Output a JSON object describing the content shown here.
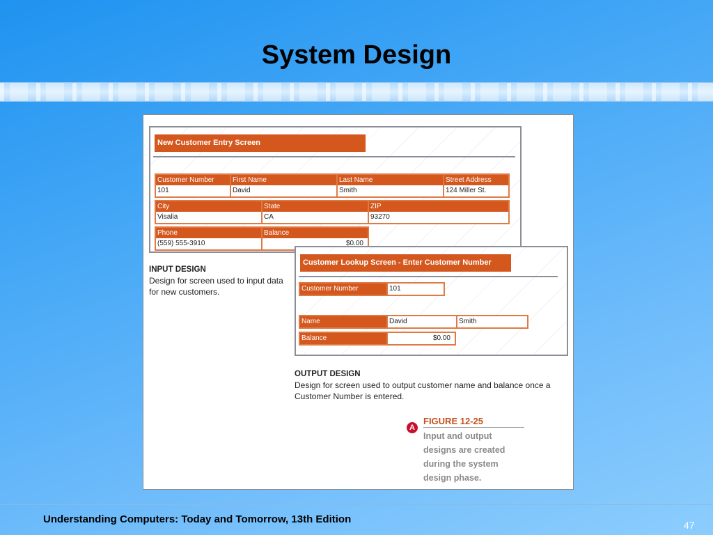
{
  "slide": {
    "title": "System Design",
    "footer": "Understanding Computers: Today and Tomorrow, 13th Edition",
    "page_number": "47"
  },
  "figure": {
    "input_screen": {
      "header": "New Customer Entry Screen",
      "fields": {
        "customer_number": {
          "label": "Customer Number",
          "value": "101"
        },
        "first_name": {
          "label": "First Name",
          "value": "David"
        },
        "last_name": {
          "label": "Last Name",
          "value": "Smith"
        },
        "street_address": {
          "label": "Street Address",
          "value": "124 Miller St."
        },
        "city": {
          "label": "City",
          "value": "Visalia"
        },
        "state": {
          "label": "State",
          "value": "CA"
        },
        "zip": {
          "label": "ZIP",
          "value": "93270"
        },
        "phone": {
          "label": "Phone",
          "value": "(559) 555-3910"
        },
        "balance": {
          "label": "Balance",
          "value": "$0.00"
        }
      }
    },
    "input_caption": {
      "title": "INPUT DESIGN",
      "line1": "Design for screen used to input data",
      "line2": "for new customers."
    },
    "output_screen": {
      "header": "Customer Lookup Screen - Enter Customer Number",
      "customer_number": {
        "label": "Customer Number",
        "value": "101"
      },
      "name": {
        "label": "Name",
        "first": "David",
        "last": "Smith"
      },
      "balance": {
        "label": "Balance",
        "value": "$0.00"
      }
    },
    "output_caption": {
      "title": "OUTPUT DESIGN",
      "line1": "Design for screen used to output customer name and balance once a",
      "line2": "Customer Number is entered."
    },
    "figure_label": "FIGURE 12-25",
    "figure_text_lines": [
      "Input and output",
      "designs are created",
      "during the system",
      "design phase."
    ],
    "logo_letter": "A",
    "colors": {
      "accent": "#d4571e",
      "label": "#c5521c"
    }
  }
}
